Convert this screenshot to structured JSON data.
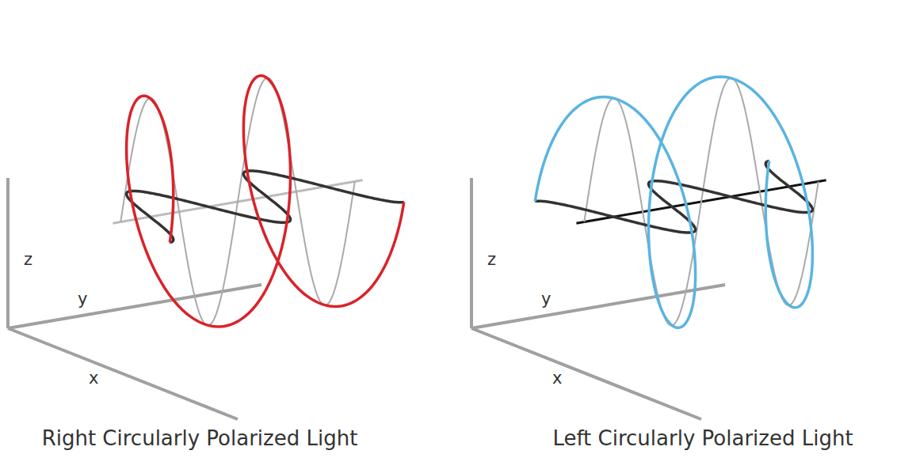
{
  "diagram": {
    "labels": [
      "z",
      "y",
      "x",
      "Right Circularly Polarized Light",
      "z",
      "y",
      "x",
      "Left Circularly Polarized Light"
    ]
  }
}
